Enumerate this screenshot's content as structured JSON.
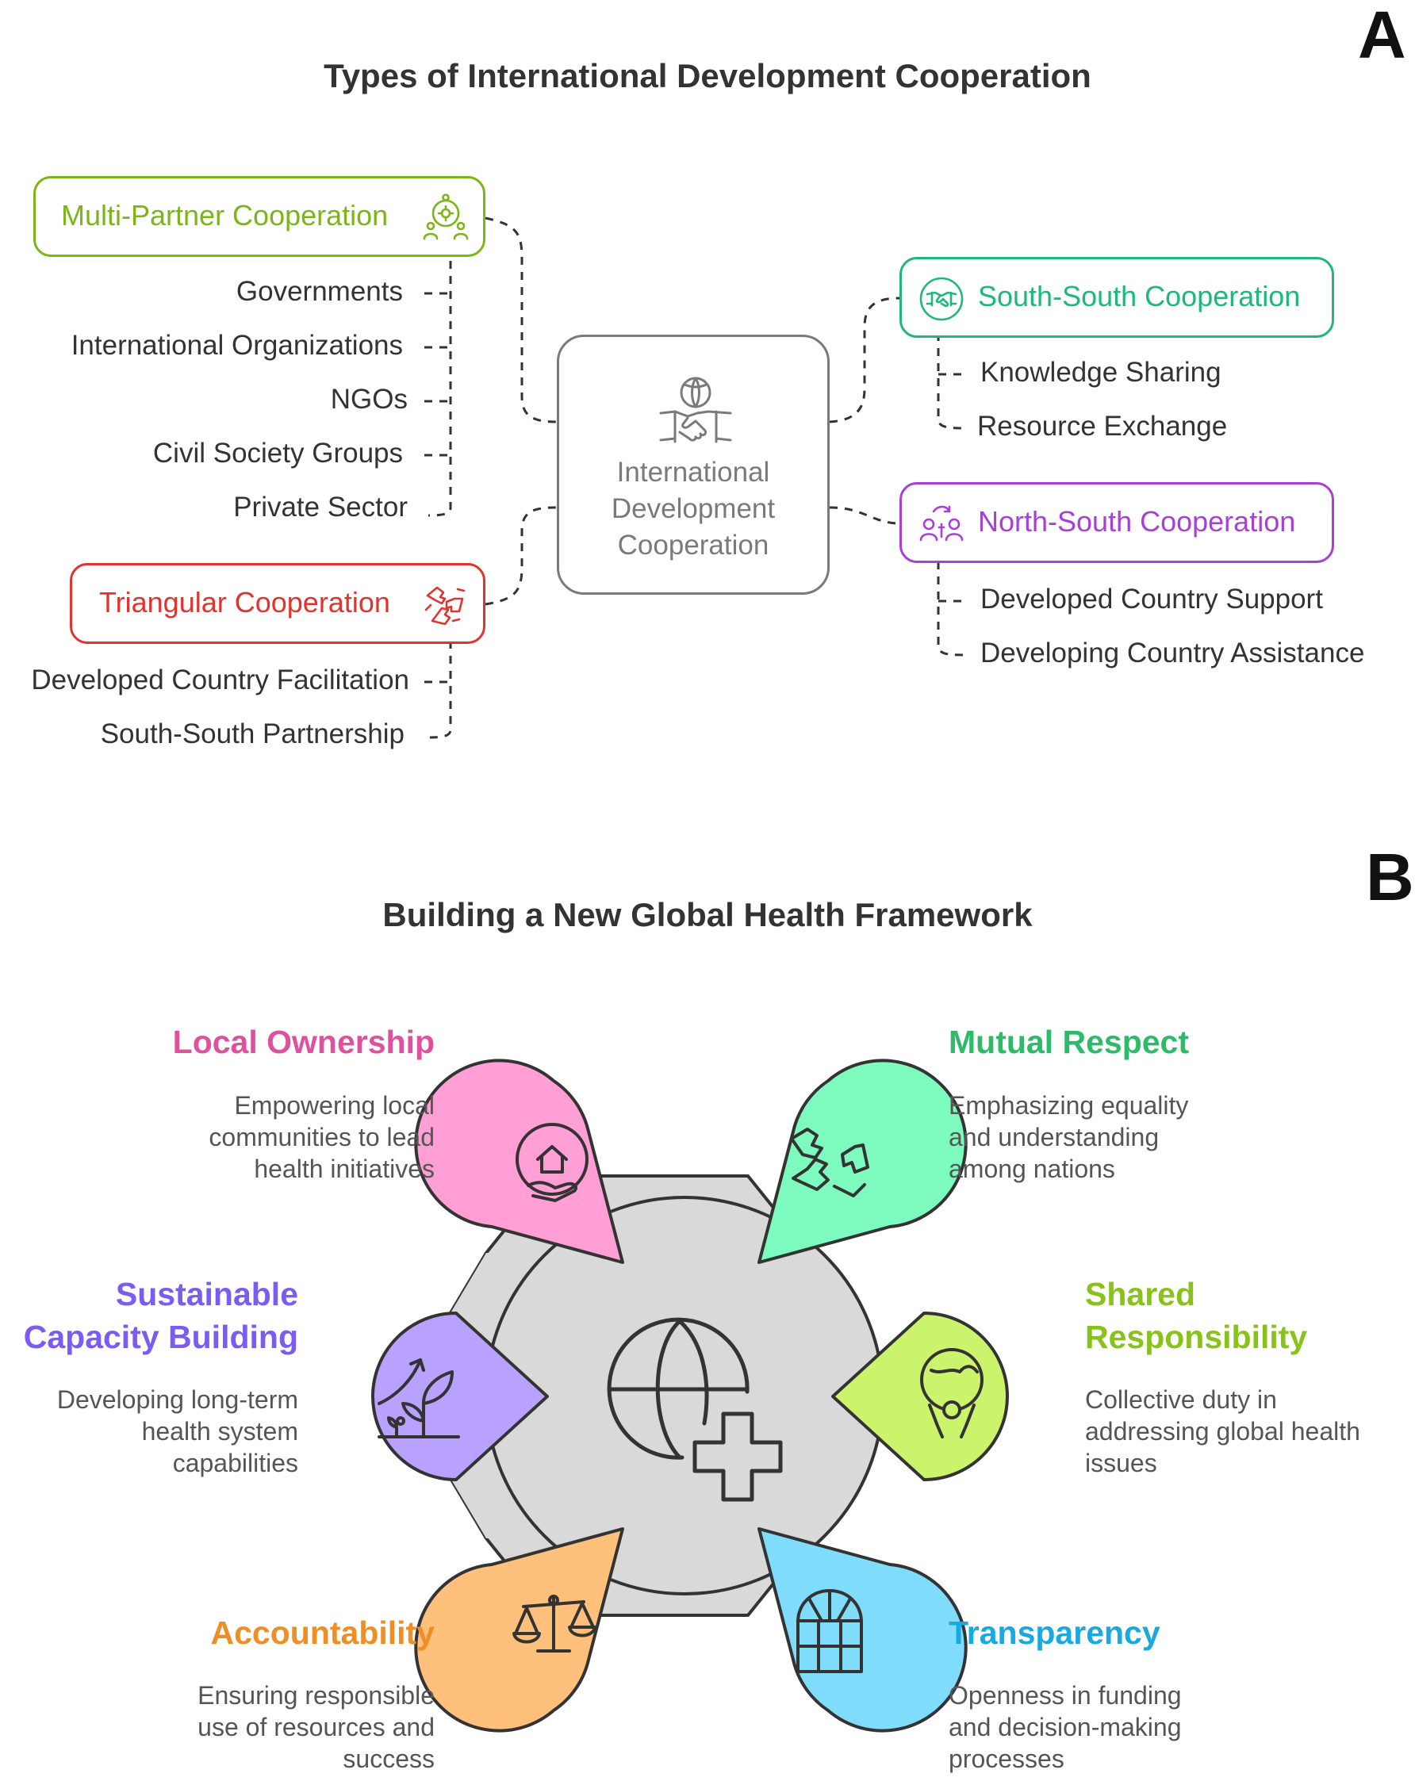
{
  "panel_a": {
    "letter": "A",
    "title": "Types of International Development Cooperation",
    "center": {
      "line1": "International",
      "line2": "Development",
      "line3": "Cooperation",
      "icon": "handshake-globe-icon"
    },
    "multi_partner": {
      "label": "Multi-Partner Cooperation",
      "color": "#7cb518",
      "icon": "people-network-icon",
      "items": [
        "Governments",
        "International Organizations",
        "NGOs",
        "Civil Society Groups",
        "Private Sector"
      ]
    },
    "triangular": {
      "label": "Triangular Cooperation",
      "color": "#e0342e",
      "icon": "three-hands-icon",
      "items": [
        "Developed Country Facilitation",
        "South-South Partnership"
      ]
    },
    "south_south": {
      "label": "South-South Cooperation",
      "color": "#1db87a",
      "icon": "handshake-circle-icon",
      "items": [
        "Knowledge Sharing",
        "Resource Exchange"
      ]
    },
    "north_south": {
      "label": "North-South Cooperation",
      "color": "#a93fd6",
      "icon": "people-exchange-icon",
      "items": [
        "Developed Country Support",
        "Developing Country Assistance"
      ]
    }
  },
  "panel_b": {
    "letter": "B",
    "title": "Building a New Global Health Framework",
    "center_icon": "globe-health-cross-icon",
    "items": {
      "local_ownership": {
        "title": "Local Ownership",
        "desc": [
          "Empowering local",
          "communities to lead",
          "health initiatives"
        ],
        "color": "#ff9fd6",
        "text_color": "#e0509e",
        "icon": "house-hand-icon"
      },
      "mutual_respect": {
        "title": "Mutual Respect",
        "desc": [
          "Emphasizing equality",
          "and understanding",
          "among nations"
        ],
        "color": "#7dfabd",
        "text_color": "#2dbb6a",
        "icon": "hands-shake-icon"
      },
      "sustainable": {
        "title1": "Sustainable",
        "title2": "Capacity Building",
        "desc": [
          "Developing long-term",
          "health system",
          "capabilities"
        ],
        "color": "#b9a1ff",
        "text_color": "#7b5cf0",
        "icon": "plant-growth-icon"
      },
      "shared": {
        "title1": "Shared",
        "title2": "Responsibility",
        "desc": [
          "Collective duty in",
          "addressing global health",
          "issues"
        ],
        "color": "#ccf36c",
        "text_color": "#88c21a",
        "icon": "person-globe-icon"
      },
      "accountability": {
        "title": "Accountability",
        "desc": [
          "Ensuring responsible",
          "use of resources and",
          "success"
        ],
        "color": "#ffc07c",
        "text_color": "#ee8e27",
        "icon": "scales-icon"
      },
      "transparency": {
        "title": "Transparency",
        "desc": [
          "Openness in funding",
          "and decision-making",
          "processes"
        ],
        "color": "#7fdcfb",
        "text_color": "#17a9df",
        "icon": "window-icon"
      }
    }
  }
}
